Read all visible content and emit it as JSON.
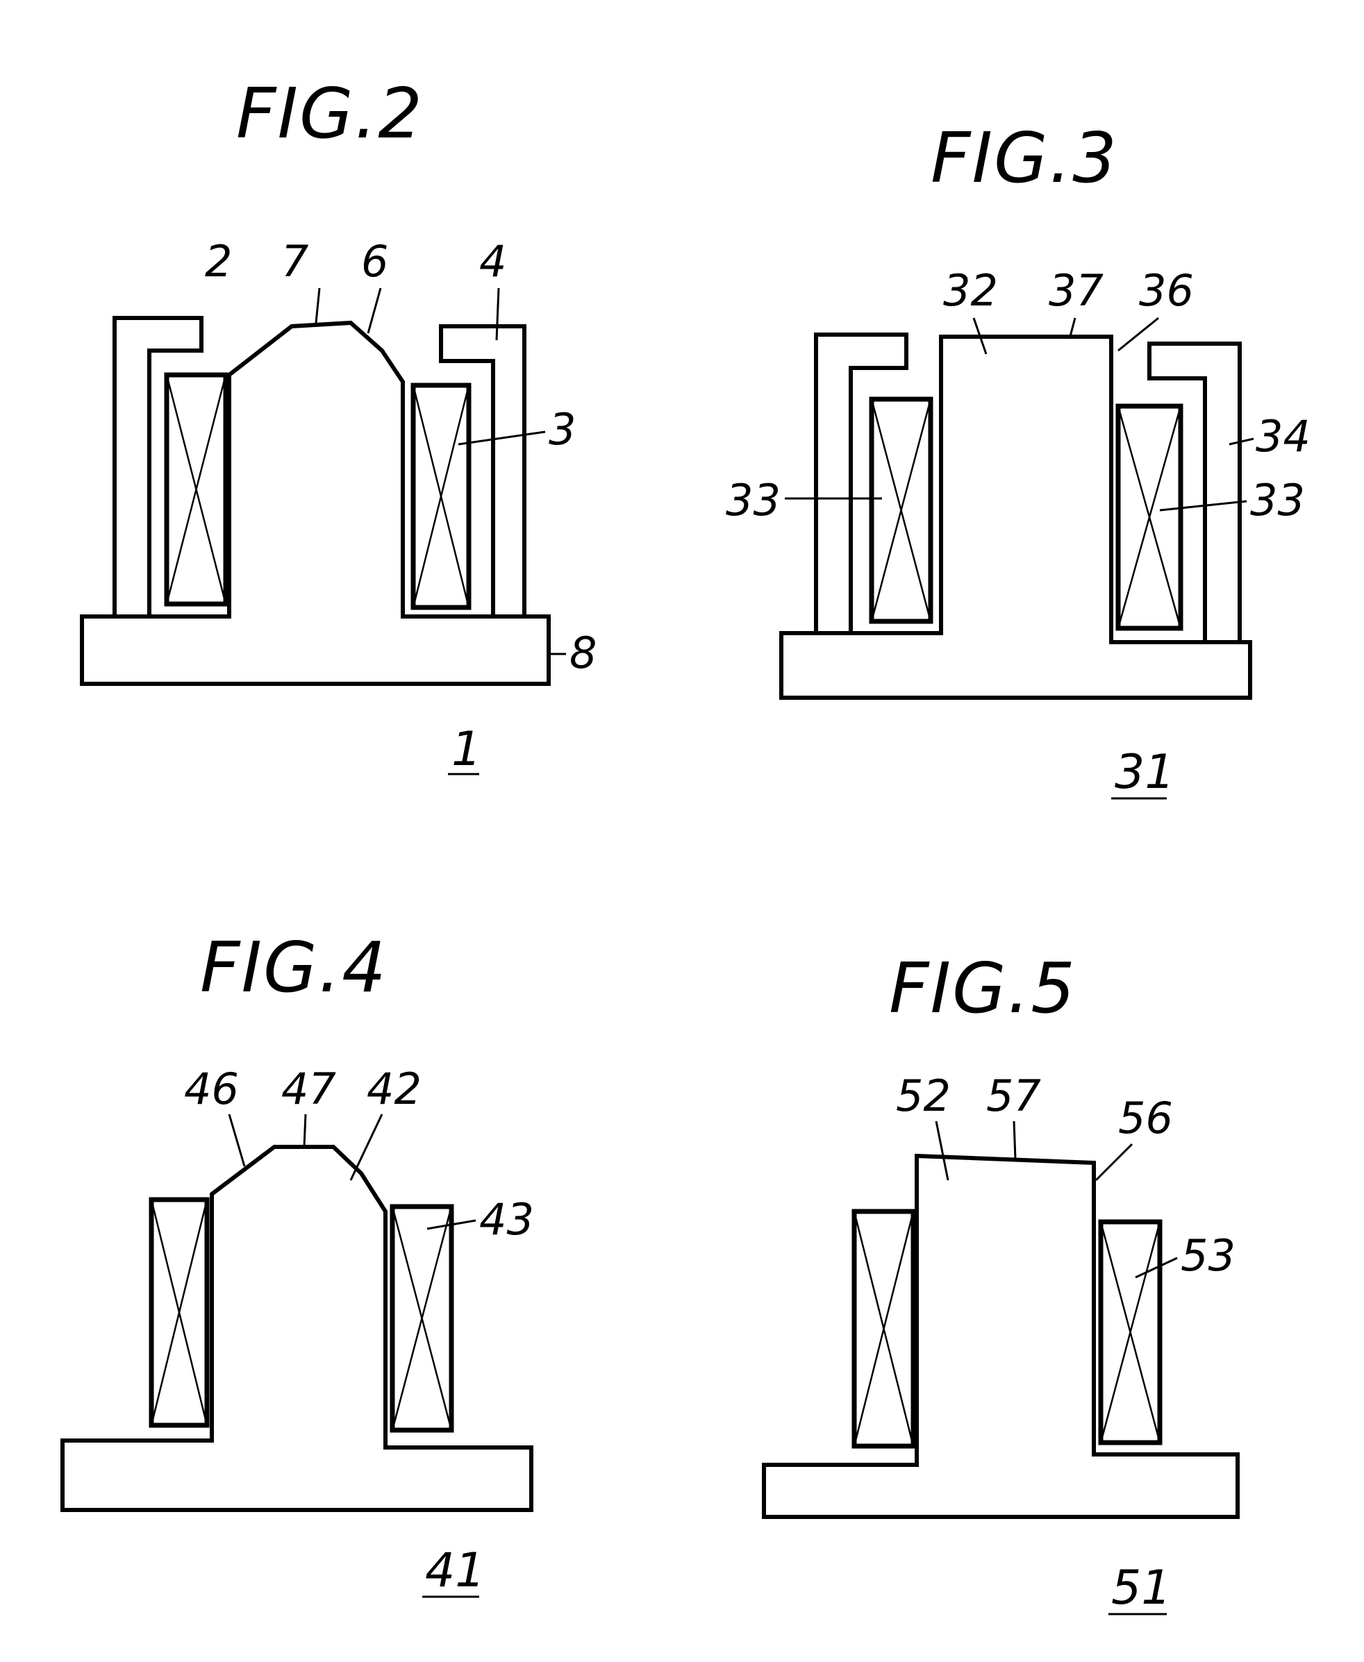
{
  "figures": [
    {
      "title": "FIG.2",
      "number": "1",
      "labels": [
        "2",
        "7",
        "6",
        "4",
        "3",
        "8"
      ]
    },
    {
      "title": "FIG.3",
      "number": "31",
      "labels": [
        "32",
        "37",
        "36",
        "34",
        "33",
        "33"
      ]
    },
    {
      "title": "FIG.4",
      "number": "41",
      "labels": [
        "46",
        "47",
        "42",
        "43"
      ]
    },
    {
      "title": "FIG.5",
      "number": "51",
      "labels": [
        "52",
        "57",
        "56",
        "53"
      ]
    }
  ]
}
